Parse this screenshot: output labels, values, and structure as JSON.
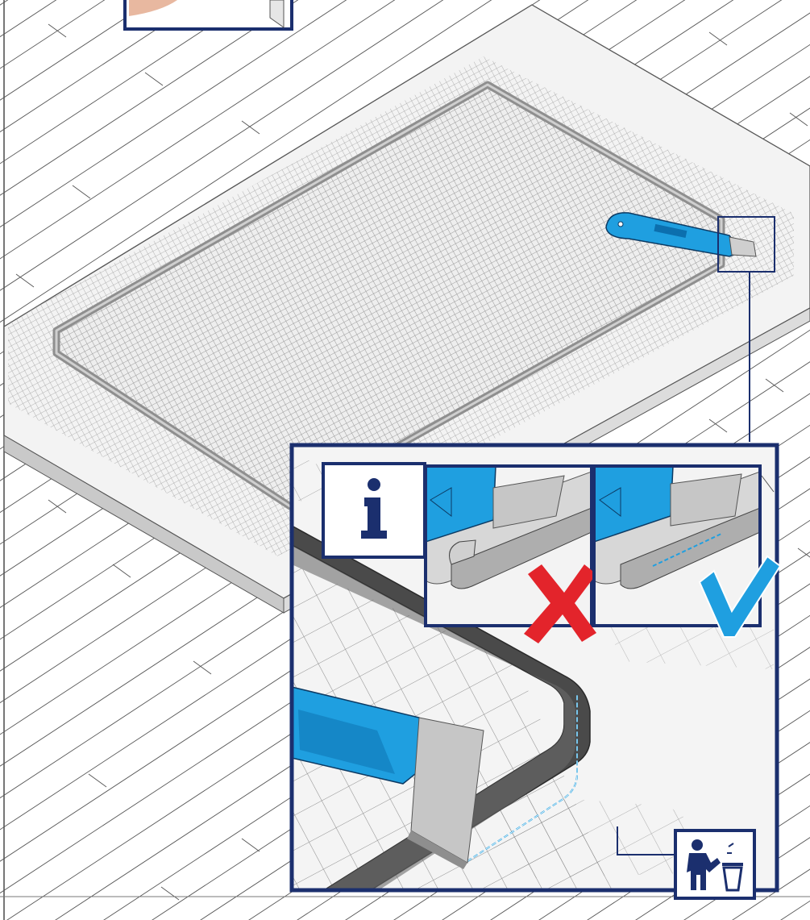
{
  "colors": {
    "frame_navy": "#1b2f6e",
    "knife_blue": "#1f9fe0",
    "knife_dark": "#0c6fae",
    "wrong_red": "#e3242b",
    "check_blue": "#1f9fe0",
    "board_light": "#f2f2f2",
    "board_side": "#c4c4c4",
    "mesh_grey": "#9a9a9a",
    "rubber_dark": "#4a4a4a",
    "floor_line": "#555555"
  },
  "icons": {
    "info": "info-icon",
    "wrong": "cross-icon",
    "correct": "checkmark-icon",
    "dispose": "trash-disposal-icon"
  },
  "panels": {
    "info_glyph": "i",
    "wrong_state": "incorrect",
    "correct_state": "correct"
  }
}
